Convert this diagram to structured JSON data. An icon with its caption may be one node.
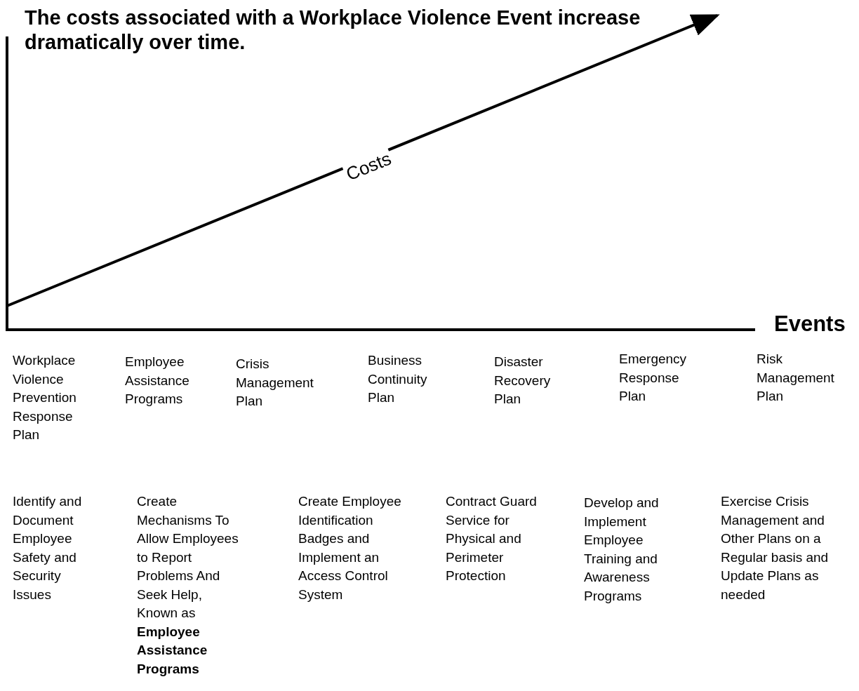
{
  "diagram": {
    "title": "The costs associated with a Workplace Violence Event increase dramatically over time.",
    "labels": [
      "Costs",
      "Events",
      "Workplace Violence Prevention Response Plan",
      "Employee Assistance Programs",
      "Crisis Management Plan",
      "Business Continuity Plan",
      "Disaster Recovery Plan",
      "Emergency Response Plan",
      "Risk Management Plan",
      "Identify and Document Employee Safety and Security Issues",
      "Create Mechanisms To Allow Employees to Report Problems And Seek Help, Known as **Employee Assistance Programs**",
      "Create Employee Identification Badges and Implement an Access Control System",
      "Contract Guard Service for Physical and Perimeter Protection",
      "Develop and Implement Employee Training and Awareness Programs",
      "Exercise Crisis Management and Other Plans on a Regular basis and Update Plans as needed"
    ]
  }
}
